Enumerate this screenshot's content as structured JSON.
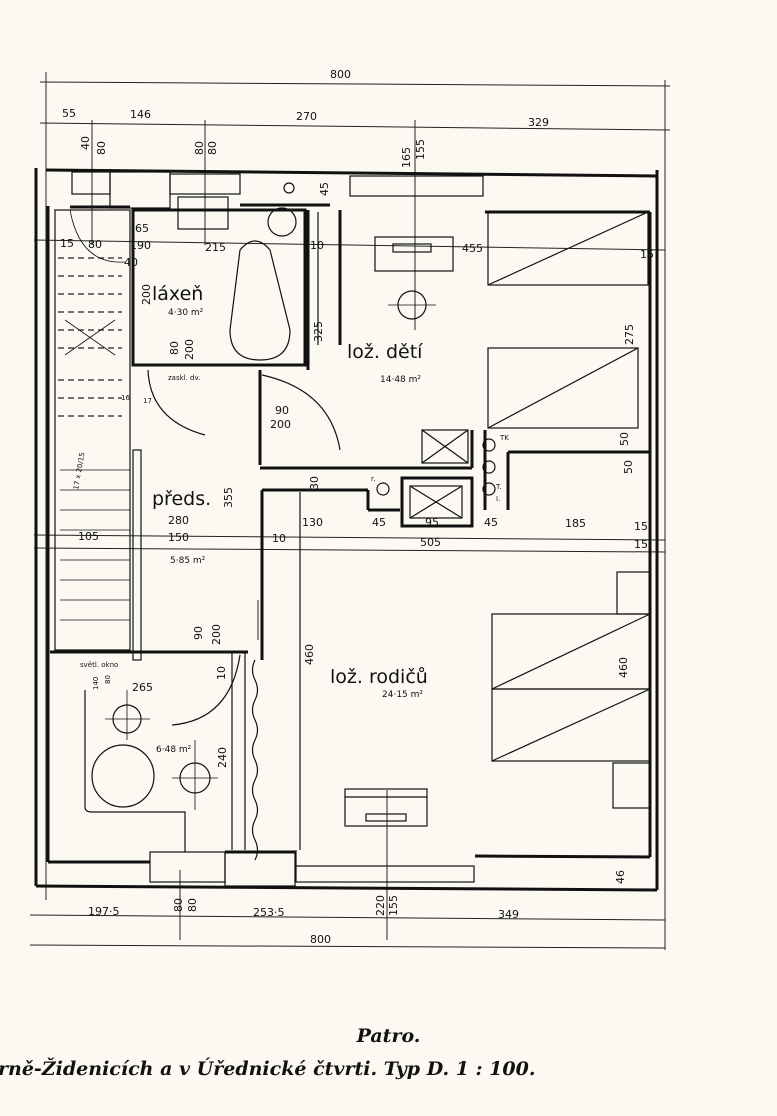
{
  "rooms": {
    "bath": {
      "name": "láxeň",
      "area": "4·30 m²"
    },
    "children": {
      "name": "lož. dětí",
      "area": "14·48 m²"
    },
    "hall": {
      "name": "předs.",
      "area": "5·85 m²"
    },
    "parents": {
      "name": "lož. rodičů",
      "area": "24·15 m²"
    },
    "lower_left": {
      "area": "6·48 m²"
    }
  },
  "notes": {
    "glazed_door": "zaskl. dv.",
    "light_window": "světl. okno",
    "r": "r.",
    "t": "T.",
    "i": "I.",
    "tk": "TK"
  },
  "dims": {
    "top_total": "800",
    "top_a": "55",
    "top_b": "146",
    "top_c": "270",
    "top_d": "329",
    "v40": "40",
    "v80a": "80",
    "v80b": "80",
    "v80c": "80",
    "v165": "165",
    "v155": "155",
    "d45": "45",
    "d65": "65",
    "d190": "190",
    "d215": "215",
    "d10a": "10",
    "d15a": "15",
    "d80": "80",
    "d40": "40",
    "d455": "455",
    "d15b": "15",
    "d200a": "200",
    "d325": "325",
    "d80b": "80",
    "d200b": "200",
    "d275": "275",
    "door_w": "90",
    "door_h": "200",
    "d16": "16",
    "d17": "17",
    "stair": "17 x 20/15",
    "d30a": "30",
    "d50a": "50",
    "d50b": "50",
    "d280": "280",
    "d355": "355",
    "d130": "130",
    "d45b": "45",
    "d95": "95",
    "d45c": "45",
    "d185": "185",
    "d15c": "15",
    "d15d": "15",
    "d505": "505",
    "d105": "105",
    "d150": "150",
    "d10b": "10",
    "d90b": "90",
    "d200c": "200",
    "d10c": "10",
    "d460a": "460",
    "d460b": "460",
    "d140": "140",
    "d80c": "80",
    "d265": "265",
    "d240": "240",
    "bot_a": "197·5",
    "bot_80a": "80",
    "bot_80b": "80",
    "bot_b": "253·5",
    "bot_220": "220",
    "bot_155": "155",
    "bot_c": "349",
    "d46": "46",
    "bot_total": "800"
  },
  "caption": {
    "title": "Patro.",
    "subtitle": "rně-Židenicích a v Úřednické čtvrti. Typ D. 1 : 100."
  }
}
